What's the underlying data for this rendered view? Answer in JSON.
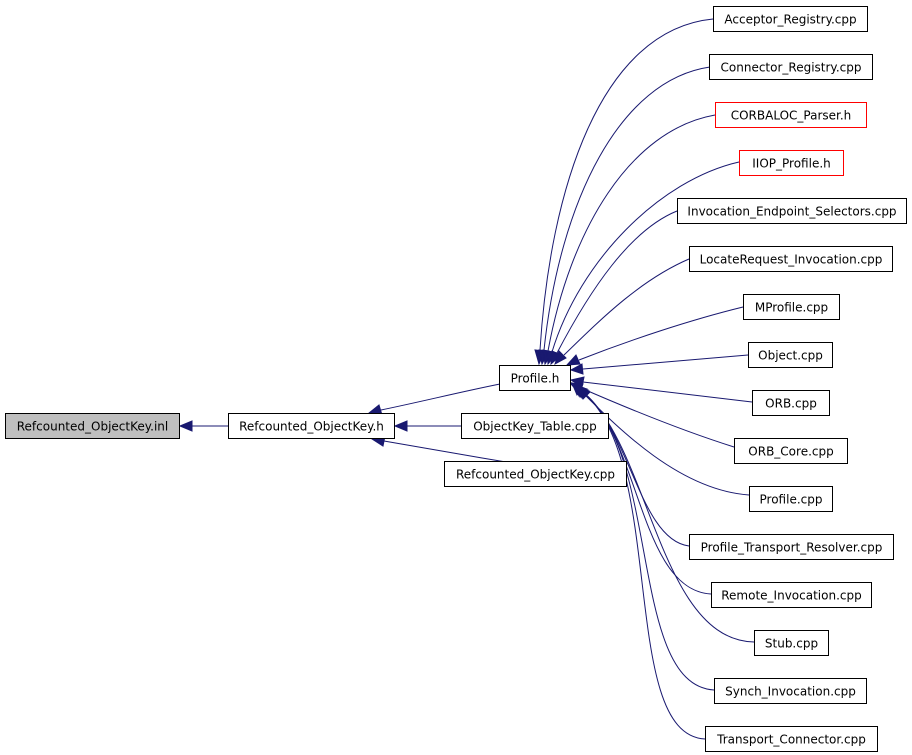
{
  "colors": {
    "edge": "#191970",
    "root_fill": "#bfbfbf",
    "red_border": "#ff0000"
  },
  "nodes": {
    "refcounted_objectkey_inl": "Refcounted_ObjectKey.inl",
    "refcounted_objectkey_h": "Refcounted_ObjectKey.h",
    "profile_h": "Profile.h",
    "objectkey_table_cpp": "ObjectKey_Table.cpp",
    "refcounted_objectkey_cpp": "Refcounted_ObjectKey.cpp",
    "acceptor_registry_cpp": "Acceptor_Registry.cpp",
    "connector_registry_cpp": "Connector_Registry.cpp",
    "corbaloc_parser_h": "CORBALOC_Parser.h",
    "iiop_profile_h": "IIOP_Profile.h",
    "invocation_endpoint_selectors_cpp": "Invocation_Endpoint_Selectors.cpp",
    "locaterequest_invocation_cpp": "LocateRequest_Invocation.cpp",
    "mprofile_cpp": "MProfile.cpp",
    "object_cpp": "Object.cpp",
    "orb_cpp": "ORB.cpp",
    "orb_core_cpp": "ORB_Core.cpp",
    "profile_cpp": "Profile.cpp",
    "profile_transport_resolver_cpp": "Profile_Transport_Resolver.cpp",
    "remote_invocation_cpp": "Remote_Invocation.cpp",
    "stub_cpp": "Stub.cpp",
    "synch_invocation_cpp": "Synch_Invocation.cpp",
    "transport_connector_cpp": "Transport_Connector.cpp"
  }
}
